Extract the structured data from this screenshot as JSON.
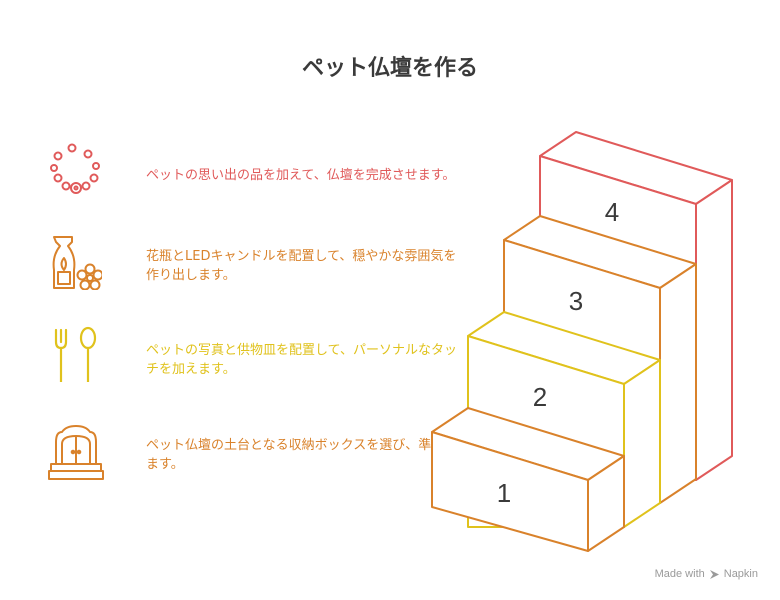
{
  "title": "ペット仏壇を作る",
  "steps": [
    {
      "number": "1",
      "text": "ペット仏壇の土台となる収納ボックスを選び、準備します。",
      "color": "#D9822B",
      "icon": "cabinet-icon"
    },
    {
      "number": "2",
      "text": "ペットの写真と供物皿を配置して、パーソナルなタッチを加えます。",
      "color": "#E0C21C",
      "icon": "fork-spoon-icon"
    },
    {
      "number": "3",
      "text": "花瓶とLEDキャンドルを配置して、穏やかな雰囲気を作り出します。",
      "color": "#D9822B",
      "icon": "vase-candle-flower-icon"
    },
    {
      "number": "4",
      "text": "ペットの思い出の品を加えて、仏壇を完成させます。",
      "color": "#E05A5A",
      "icon": "necklace-icon"
    }
  ],
  "watermark": {
    "made_with": "Made with",
    "brand": "Napkin",
    "icon": "napkin-logo-icon"
  }
}
